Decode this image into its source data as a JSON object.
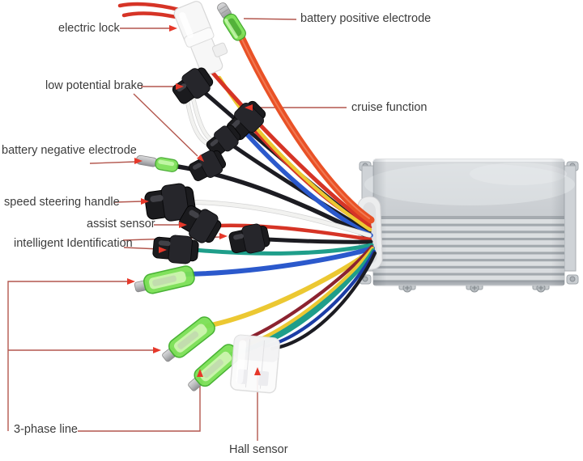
{
  "figure": {
    "labels": {
      "electric_lock": "electric lock",
      "battery_positive": "battery positive electrode",
      "low_potential_brake": "low potential brake",
      "cruise_function": "cruise function",
      "battery_negative": "battery negative electrode",
      "speed_steering": "speed steering handle",
      "assist_sensor": "assist sensor",
      "intelligent_id": "intelligent Identification",
      "three_phase": "3-phase line",
      "hall_sensor": "Hall sensor"
    },
    "colors": {
      "text": "#3c3c3c",
      "leader_line": "#b3574e",
      "arrow": "#e6382a",
      "wire_red": "#d63426",
      "wire_orange": "#e95126",
      "wire_yellow": "#ecc832",
      "wire_blue": "#2b59cc",
      "wire_navy": "#1c3da6",
      "wire_teal": "#1f9e8a",
      "wire_black": "#1c1c22",
      "wire_white": "#f2f2f0",
      "wire_maroon": "#8c2330",
      "connector_black": "#1b1b1e",
      "connector_green": "#7be055",
      "metal": "#c4c4c6",
      "box_light": "#dcdfe2",
      "box_mid": "#c6cace",
      "box_dark": "#9aa0a6"
    }
  }
}
